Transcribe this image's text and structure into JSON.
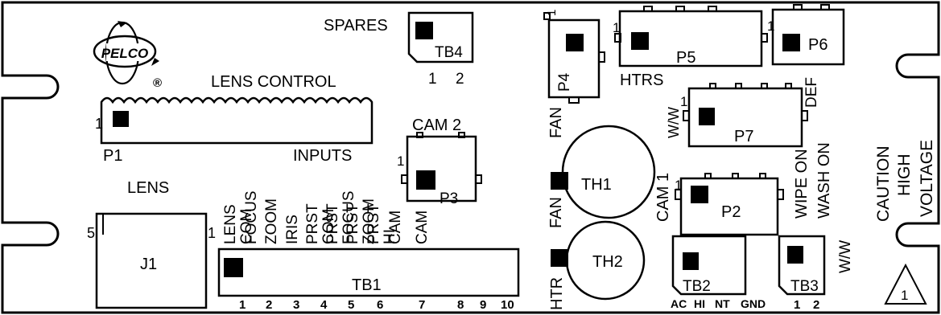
{
  "logo": {
    "text": "PELCO",
    "registered": "®"
  },
  "labels": {
    "spares": "SPARES",
    "tb4": "TB4",
    "tb4_pin1": "1",
    "tb4_pin2": "2",
    "lens_control": "LENS CONTROL",
    "p1": "P1",
    "p1_pin1": "1",
    "inputs": "INPUTS",
    "cam2": "CAM 2",
    "p3": "P3",
    "p3_pin1": "1",
    "lens": "LENS",
    "j1": "J1",
    "j1_pin5": "5",
    "j1_pin1": "1",
    "tb1": "TB1",
    "p4": "P4",
    "p4_pin1": "1",
    "p5": "P5",
    "p5_pin1": "1",
    "htrs": "HTRS",
    "p6": "P6",
    "p6_pin1": "1",
    "def": "DEF",
    "ww_top": "W/W",
    "p7": "P7",
    "p7_pin1": "1",
    "fan_top": "FAN",
    "fan_mid": "FAN",
    "th1": "TH1",
    "cam1": "CAM 1",
    "p2": "P2",
    "p2_pin1": "1",
    "wipe_on": "WIPE ON",
    "wash_on": "WASH ON",
    "caution": "CAUTION",
    "high": "HIGH",
    "voltage": "VOLTAGE",
    "htr": "HTR",
    "th2": "TH2",
    "tb2": "TB2",
    "tb2_pins": [
      "AC",
      "HI",
      "NT",
      "GND"
    ],
    "tb3": "TB3",
    "tb3_pins": [
      "1",
      "2"
    ],
    "ww_right": "W/W",
    "warning_num": "1"
  },
  "tb1_terminals": [
    {
      "lines": [
        "LENS",
        "COM"
      ],
      "num": "1"
    },
    {
      "lines": [
        "FOCUS"
      ],
      "num": "2"
    },
    {
      "lines": [
        "ZOOM"
      ],
      "num": "3"
    },
    {
      "lines": [
        "IRIS"
      ],
      "num": "4"
    },
    {
      "lines": [
        "PRST",
        "COM"
      ],
      "num": "5"
    },
    {
      "lines": [
        "PRST",
        "FOCUS"
      ],
      "num": "6"
    },
    {
      "lines": [
        "PRST",
        "ZOOM"
      ],
      "num": "7"
    },
    {
      "lines": [
        "PRST",
        "HI"
      ],
      "num": "8"
    },
    {
      "lines": [
        "CAM"
      ],
      "num": "9"
    },
    {
      "lines": [
        "CAM"
      ],
      "num": "10"
    }
  ]
}
